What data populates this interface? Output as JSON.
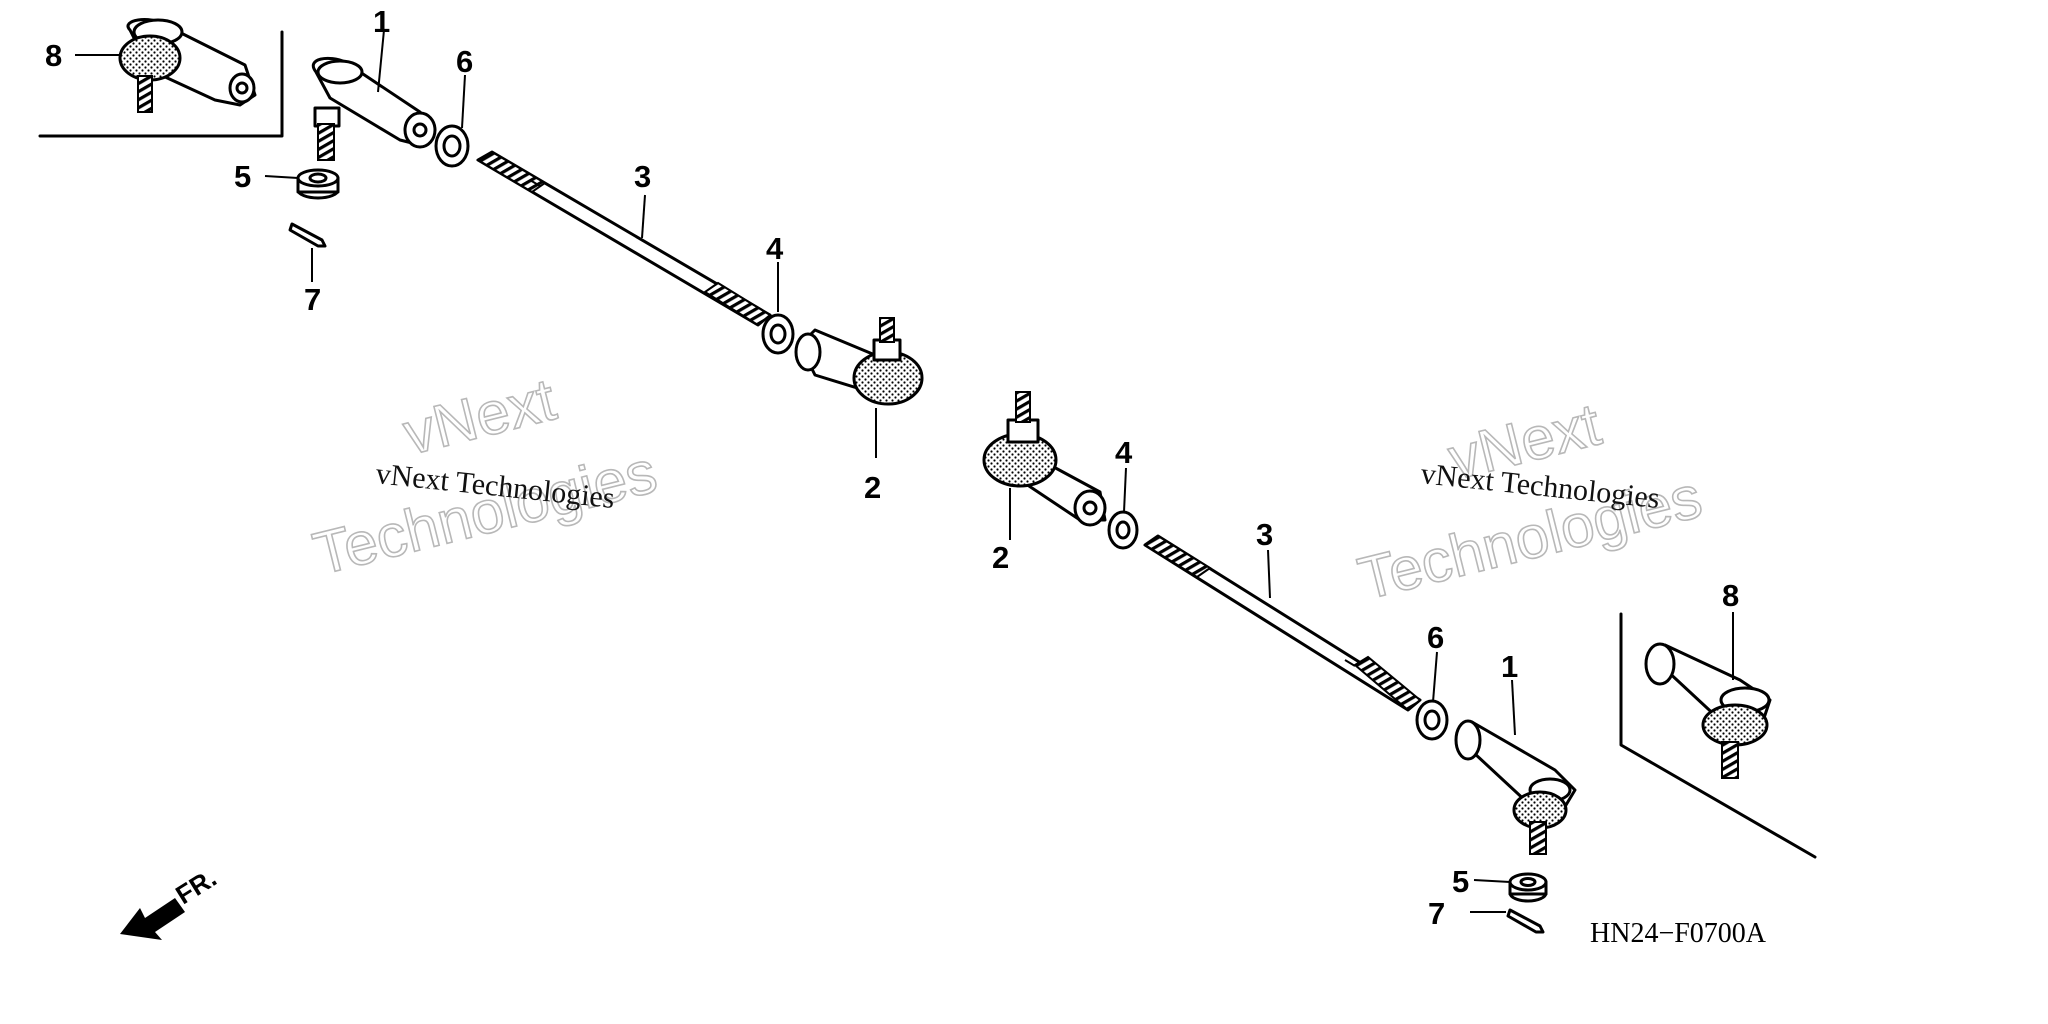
{
  "diagram": {
    "code": "HN24−F0700A",
    "front_label": "FR.",
    "callouts": {
      "left_tie_rod_end": "1",
      "left_ball_joint": "2",
      "left_rod": "3",
      "left_nut_4": "4",
      "left_castle_nut": "5",
      "left_lock_nut": "6",
      "left_cotter_pin": "7",
      "left_alt_end": "8",
      "right_tie_rod_end": "1",
      "right_ball_joint": "2",
      "right_rod": "3",
      "right_nut_4": "4",
      "right_castle_nut": "5",
      "right_lock_nut": "6",
      "right_cotter_pin": "7",
      "right_alt_end": "8"
    }
  },
  "watermarks": {
    "small": "vNext Technologies",
    "big_line1": "vNext",
    "big_line2": "Technologies"
  }
}
